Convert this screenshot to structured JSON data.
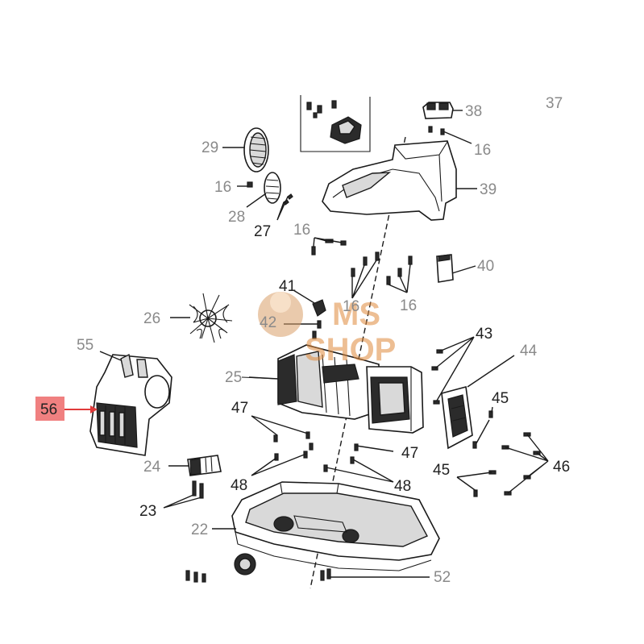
{
  "callouts": {
    "c37": "37",
    "c38": "38",
    "c16a": "16",
    "c39": "39",
    "c29": "29",
    "c16b": "16",
    "c28": "28",
    "c27": "27",
    "c16c": "16",
    "c40": "40",
    "c41": "41",
    "c16d": "16",
    "c16e": "16",
    "c26": "26",
    "c42": "42",
    "c55": "55",
    "c43": "43",
    "c44": "44",
    "c25": "25",
    "c56": "56",
    "c45a": "45",
    "c47a": "47",
    "c47b": "47",
    "c24": "24",
    "c45b": "45",
    "c46": "46",
    "c48a": "48",
    "c48b": "48",
    "c23": "23",
    "c22": "22",
    "c52": "52"
  },
  "highlight": {
    "callout": "56",
    "color": "#e03a3a",
    "fill": "#f08080"
  },
  "watermark": {
    "line1": "MS",
    "line2": "SHOP",
    "color": "#e8b07a"
  }
}
